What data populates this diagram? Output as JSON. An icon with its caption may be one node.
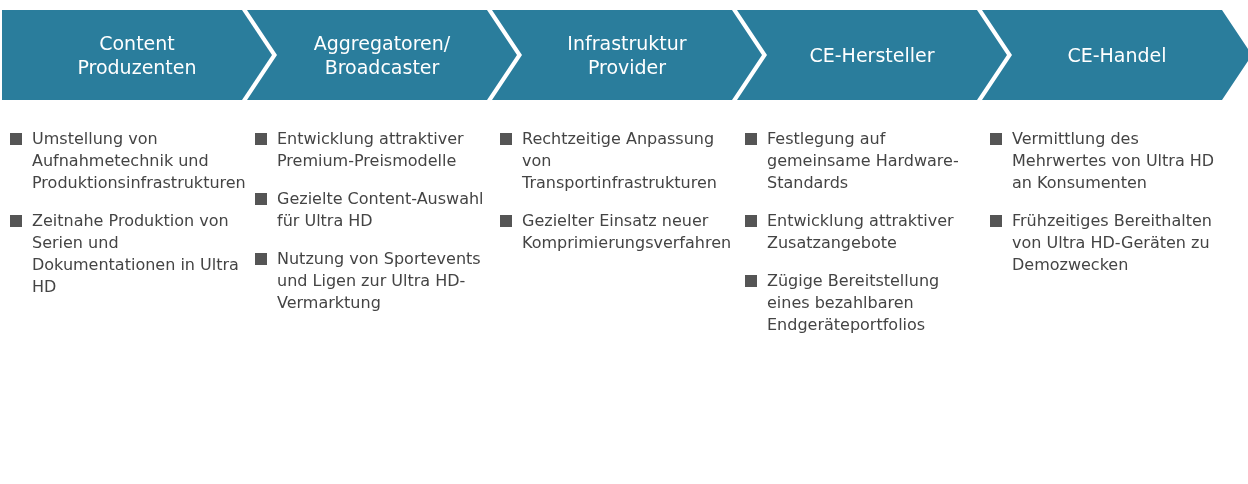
{
  "diagram": {
    "nodes": [
      {
        "text": [
          "Content Produzenten"
        ],
        "beside": [
          "Umstellung von Aufnahmetechnik und Produktionsinfrastrukturen",
          "Zeitnahe Produktion von Serien und Dokumentationen in Ultra HD"
        ]
      },
      {
        "text": [
          "Aggregatoren/ Broadcaster"
        ],
        "beside": [
          "Entwicklung attraktiver Premium-Preismodelle",
          "Gezielte Content-Auswahl für Ultra HD",
          "Nutzung von Sportevents und Ligen zur Ultra HD-Vermarktung"
        ]
      },
      {
        "text": [
          "Infrastruktur Provider"
        ],
        "beside": [
          "Rechtzeitige Anpassung von Transportinfrastrukturen",
          "Gezielter Einsatz neuer Komprimierungsverfahren"
        ]
      },
      {
        "text": [
          "CE-Hersteller"
        ],
        "beside": [
          "Festlegung auf gemeinsame Hardware-Standards",
          "Entwicklung attraktiver Zusatzangebote",
          "Zügige Bereitstellung eines bezahlbaren Endgeräteportfolios"
        ]
      },
      {
        "text": [
          "CE-Handel"
        ],
        "beside": [
          "Vermittlung des Mehrwertes von Ultra HD an Konsumenten",
          "Frühzeitiges Bereithalten von Ultra HD-Geräten zu Demozwecken"
        ]
      }
    ]
  }
}
